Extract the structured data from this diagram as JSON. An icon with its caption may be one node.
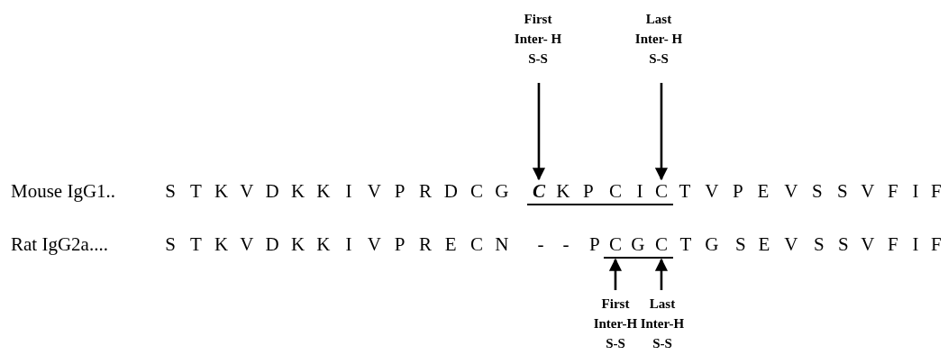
{
  "diagram": {
    "nodes": [
      {
        "text": [
          "First Inter- H S-S"
        ]
      },
      {
        "text": [
          "Last Inter- H S-S"
        ]
      },
      {
        "text": [
          "S T K V D K K I V P R D C G **C** K P C I C T V P E V S S V F I F"
        ]
      },
      {
        "text": [
          "S T K V D K K I V P R E C N - - P C G C T G S E V S S V F I F"
        ]
      },
      {
        "text": [
          "First Inter-H S-S"
        ]
      },
      {
        "text": [
          "Last Inter-H S-S"
        ]
      }
    ],
    "edges": [
      {
        "from": 0,
        "to": 2,
        "arrow": "to"
      },
      {
        "from": 1,
        "to": 2,
        "arrow": "to"
      },
      {
        "from": 4,
        "to": 3,
        "arrow": "to"
      },
      {
        "from": 5,
        "to": 3,
        "arrow": "to"
      }
    ],
    "labels": [
      "Mouse IgG1..",
      "Rat IgG2a...."
    ]
  }
}
